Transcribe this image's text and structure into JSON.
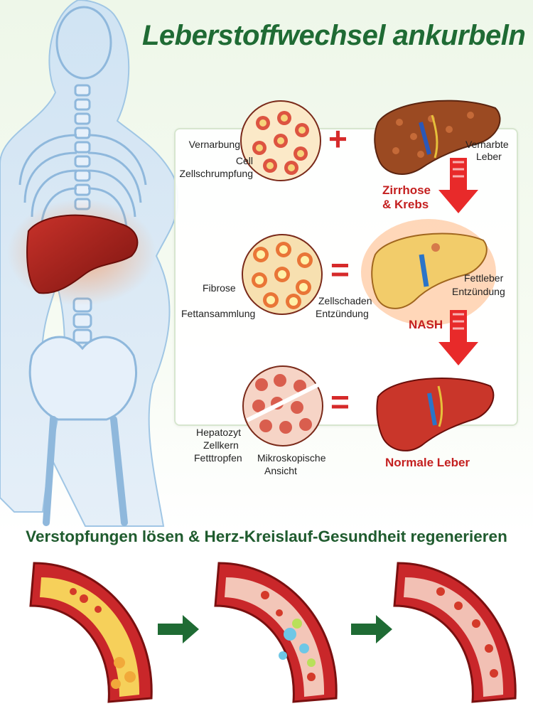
{
  "header": {
    "title": "Leberstoffwechsel ankurbeln"
  },
  "stages": {
    "cirrhosis": {
      "labels": [
        "Vernarbung",
        "Cell",
        "Zellschrumpfung"
      ],
      "liver_label_line1": "Vernarbte",
      "liver_label_line2": "Leber",
      "result_line1": "Zirrhose",
      "result_line2": "& Krebs",
      "operator": "+"
    },
    "nash": {
      "labels": [
        "Fibrose",
        "Fettansammlung",
        "Zellschaden",
        "Entzündung"
      ],
      "liver_label_line1": "Fettleber",
      "liver_label_line2": "Entzündung",
      "result": "NASH",
      "operator": "="
    },
    "normal": {
      "labels": [
        "Hepatozyt",
        "Zellkern",
        "Fetttropfen"
      ],
      "micro_line1": "Mikroskopische",
      "micro_line2": "Ansicht",
      "result": "Normale Leber",
      "operator": "="
    }
  },
  "bottom": {
    "title": "Verstopfungen lösen & Herz-Kreislauf-Gesundheit regenerieren"
  },
  "colors": {
    "title_green": "#1f6b34",
    "alert_red": "#c42020",
    "arrow_green": "#1f6b34"
  }
}
